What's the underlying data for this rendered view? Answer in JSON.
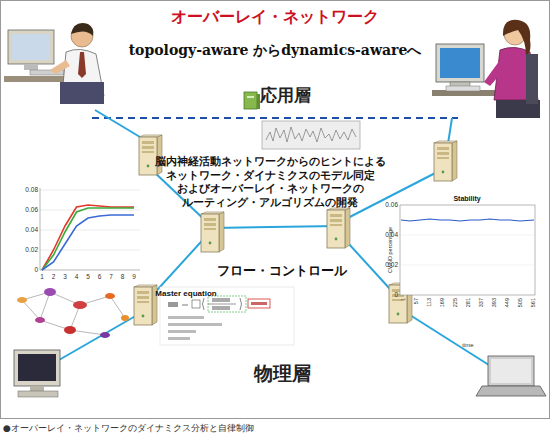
{
  "diagram": {
    "title": "オーバーレイ・ネットワーク",
    "caption": "●オーバーレイ・ネットワークのダイナミクス分析と自律制御",
    "labels": [
      "topology-aware からdynamics-awareへ",
      "応用層",
      "脳内神経活動ネットワークからのヒントによる ネットワーク・ダイナミクスのモデル同定 およびオーバーレイ・ネットワークの ルーティング・アルゴリズムの開発",
      "フロー・コントロール",
      "物理層",
      "Master equation",
      "0.08",
      "0.06",
      "0.04",
      "0.02",
      "0",
      "1",
      "2",
      "3",
      "4",
      "5",
      "6",
      "7",
      "8",
      "9",
      "Stability",
      "CWND percentage",
      "0.06",
      "0.04",
      "0.02",
      "0",
      "1",
      "57",
      "113",
      "169",
      "225",
      "281",
      "337",
      "393",
      "449",
      "505",
      "561",
      "time"
    ]
  }
}
